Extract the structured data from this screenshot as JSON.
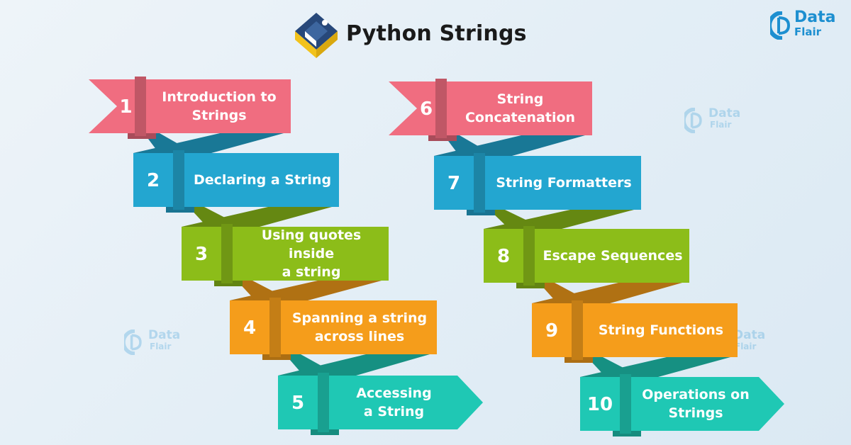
{
  "header": {
    "title": "Python Strings",
    "logo_icon": "python-strings-logo-icon"
  },
  "brand": {
    "name_line1": "Data",
    "name_line2": "Flair",
    "icon": "dataflair-logo-icon"
  },
  "watermark": {
    "line1": "Data",
    "line2": "Flair"
  },
  "colors": {
    "red": "#f06d80",
    "blue": "#23a6d0",
    "green": "#8cbd19",
    "orange": "#f59d1b",
    "teal": "#1fc8b4",
    "brand_blue": "#1d8fd0",
    "logo_navy": "#27487a",
    "logo_yellow": "#f2c21b"
  },
  "topics": [
    {
      "number": "1",
      "lines": [
        "Introduction to",
        "Strings"
      ]
    },
    {
      "number": "2",
      "lines": [
        "Declaring a String"
      ]
    },
    {
      "number": "3",
      "lines": [
        "Using quotes inside",
        "a string"
      ]
    },
    {
      "number": "4",
      "lines": [
        "Spanning a string",
        "across lines"
      ]
    },
    {
      "number": "5",
      "lines": [
        "Accessing",
        "a String"
      ]
    },
    {
      "number": "6",
      "lines": [
        "String",
        "Concatenation"
      ]
    },
    {
      "number": "7",
      "lines": [
        "String Formatters"
      ]
    },
    {
      "number": "8",
      "lines": [
        "Escape Sequences"
      ]
    },
    {
      "number": "9",
      "lines": [
        "String Functions"
      ]
    },
    {
      "number": "10",
      "lines": [
        "Operations on",
        "Strings"
      ]
    }
  ]
}
